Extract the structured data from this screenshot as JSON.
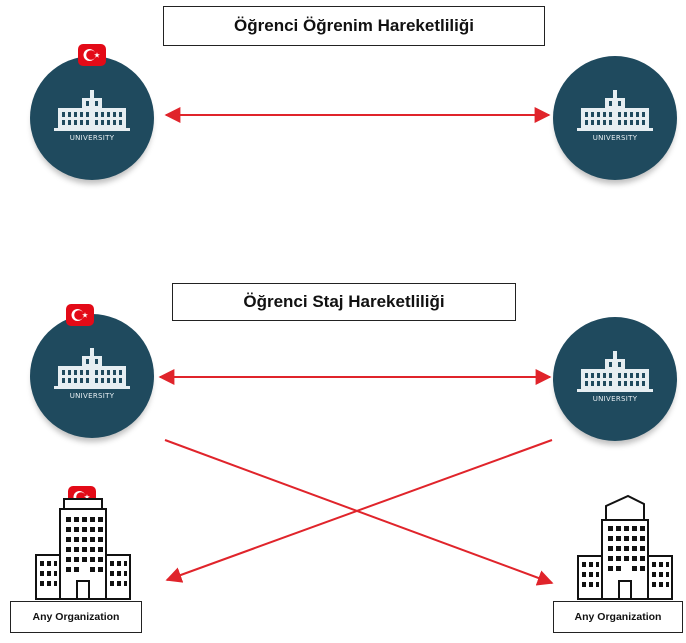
{
  "section_study": {
    "title": "Öğrenci Öğrenim Hareketliliği"
  },
  "section_internship": {
    "title": "Öğrenci Staj Hareketliliği"
  },
  "university_label": "UNIVERSITY",
  "organization_label": "Any Organization",
  "icons": [
    "turkey-flag-icon",
    "university-building-icon",
    "office-building-icon",
    "double-arrow-icon"
  ],
  "colors": {
    "university_circle": "#1f4a5e",
    "arrow": "#e0242b",
    "flag": "#e30a17"
  }
}
